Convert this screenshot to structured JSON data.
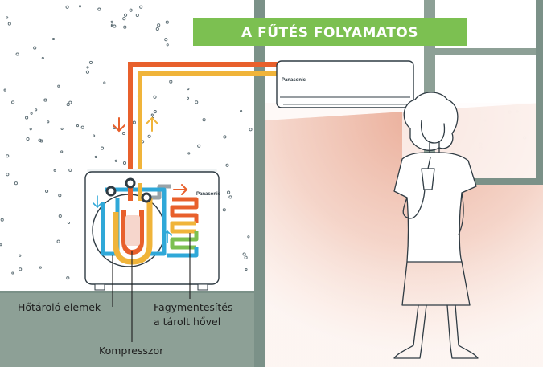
{
  "banner": {
    "title": "A FŰTÉS FOLYAMATOS",
    "color": "#7cc051"
  },
  "indoor_unit": {
    "brand": "Panasonic"
  },
  "outdoor_unit": {
    "brand": "Panasonic"
  },
  "labels": {
    "heat_storage": "Hőtároló elemek",
    "defrost_line1": "Fagymentesítés",
    "defrost_line2": "a tárolt hővel",
    "compressor": "Kompresszor"
  },
  "colors": {
    "hot_pipe": "#e8602c",
    "warm_pipe": "#f0b43a",
    "cold_pipe": "#2fa8d8",
    "grey_pipe": "#9aa3a8",
    "wall": "#7b9188",
    "ground": "#8da096",
    "room_glow": "#e9b4a2"
  },
  "icons": [
    "arrow-down-icon",
    "arrow-up-icon",
    "arrow-right-icon",
    "snowflake-pattern"
  ]
}
